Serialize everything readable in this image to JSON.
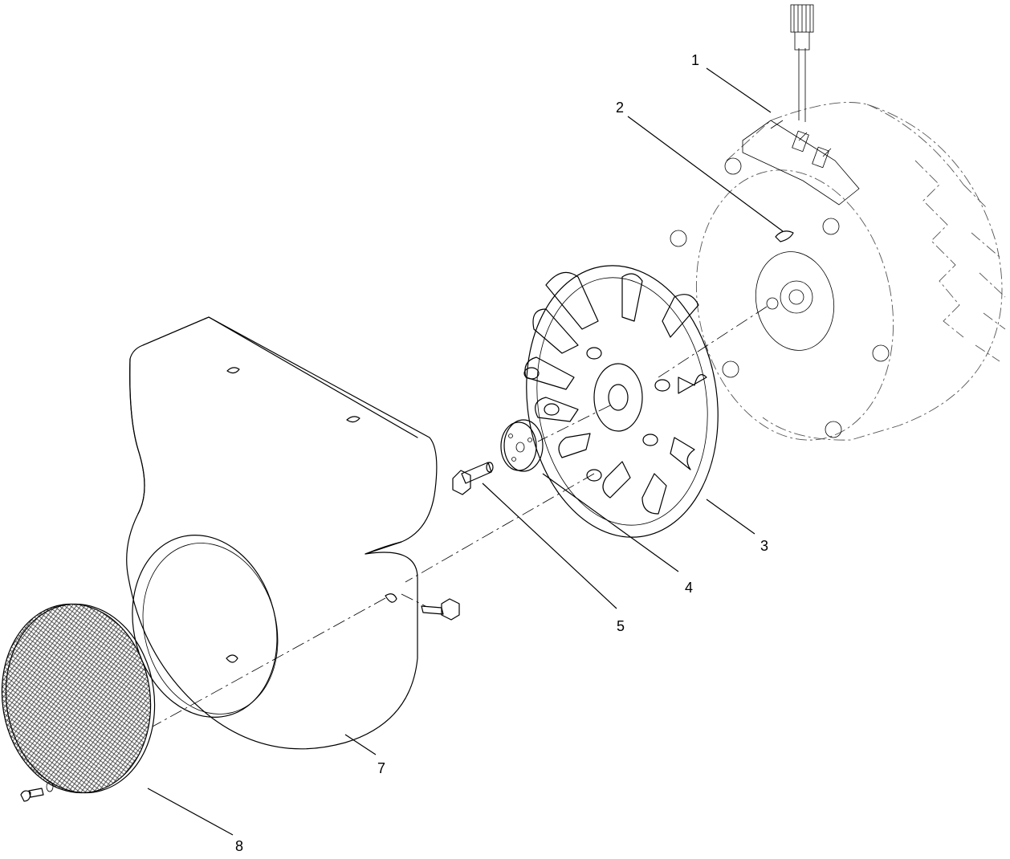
{
  "callouts": [
    {
      "id": "1",
      "label": "1"
    },
    {
      "id": "2",
      "label": "2"
    },
    {
      "id": "3",
      "label": "3"
    },
    {
      "id": "4",
      "label": "4"
    },
    {
      "id": "5",
      "label": "5"
    },
    {
      "id": "7",
      "label": "7"
    },
    {
      "id": "8",
      "label": "8"
    }
  ]
}
